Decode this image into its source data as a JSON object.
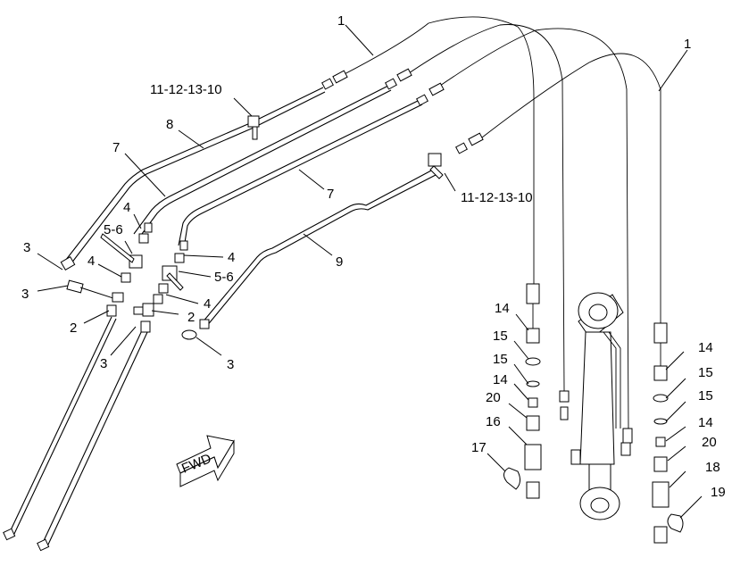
{
  "diagram": {
    "callouts": {
      "c1_top": "1",
      "c1_right": "1",
      "c11_left": "11-12-13-10",
      "c11_right": "11-12-13-10",
      "c8": "8",
      "c7_left": "7",
      "c7_mid": "7",
      "c9": "9",
      "c4_a": "4",
      "c56_left": "5-6",
      "c3_a": "3",
      "c3_b": "3",
      "c4_b": "4",
      "c2_left": "2",
      "c4_c": "4",
      "c56_right": "5-6",
      "c4_d": "4",
      "c2_right": "2",
      "c3_c": "3",
      "c3_d": "3",
      "c14_a": "14",
      "c15_a": "15",
      "c15_b": "15",
      "c14_b": "14",
      "c20_a": "20",
      "c16": "16",
      "c17": "17",
      "c14_c": "14",
      "c15_c": "15",
      "c15_d": "15",
      "c14_d": "14",
      "c20_b": "20",
      "c18": "18",
      "c19": "19"
    },
    "fwd_label": "FWD"
  }
}
